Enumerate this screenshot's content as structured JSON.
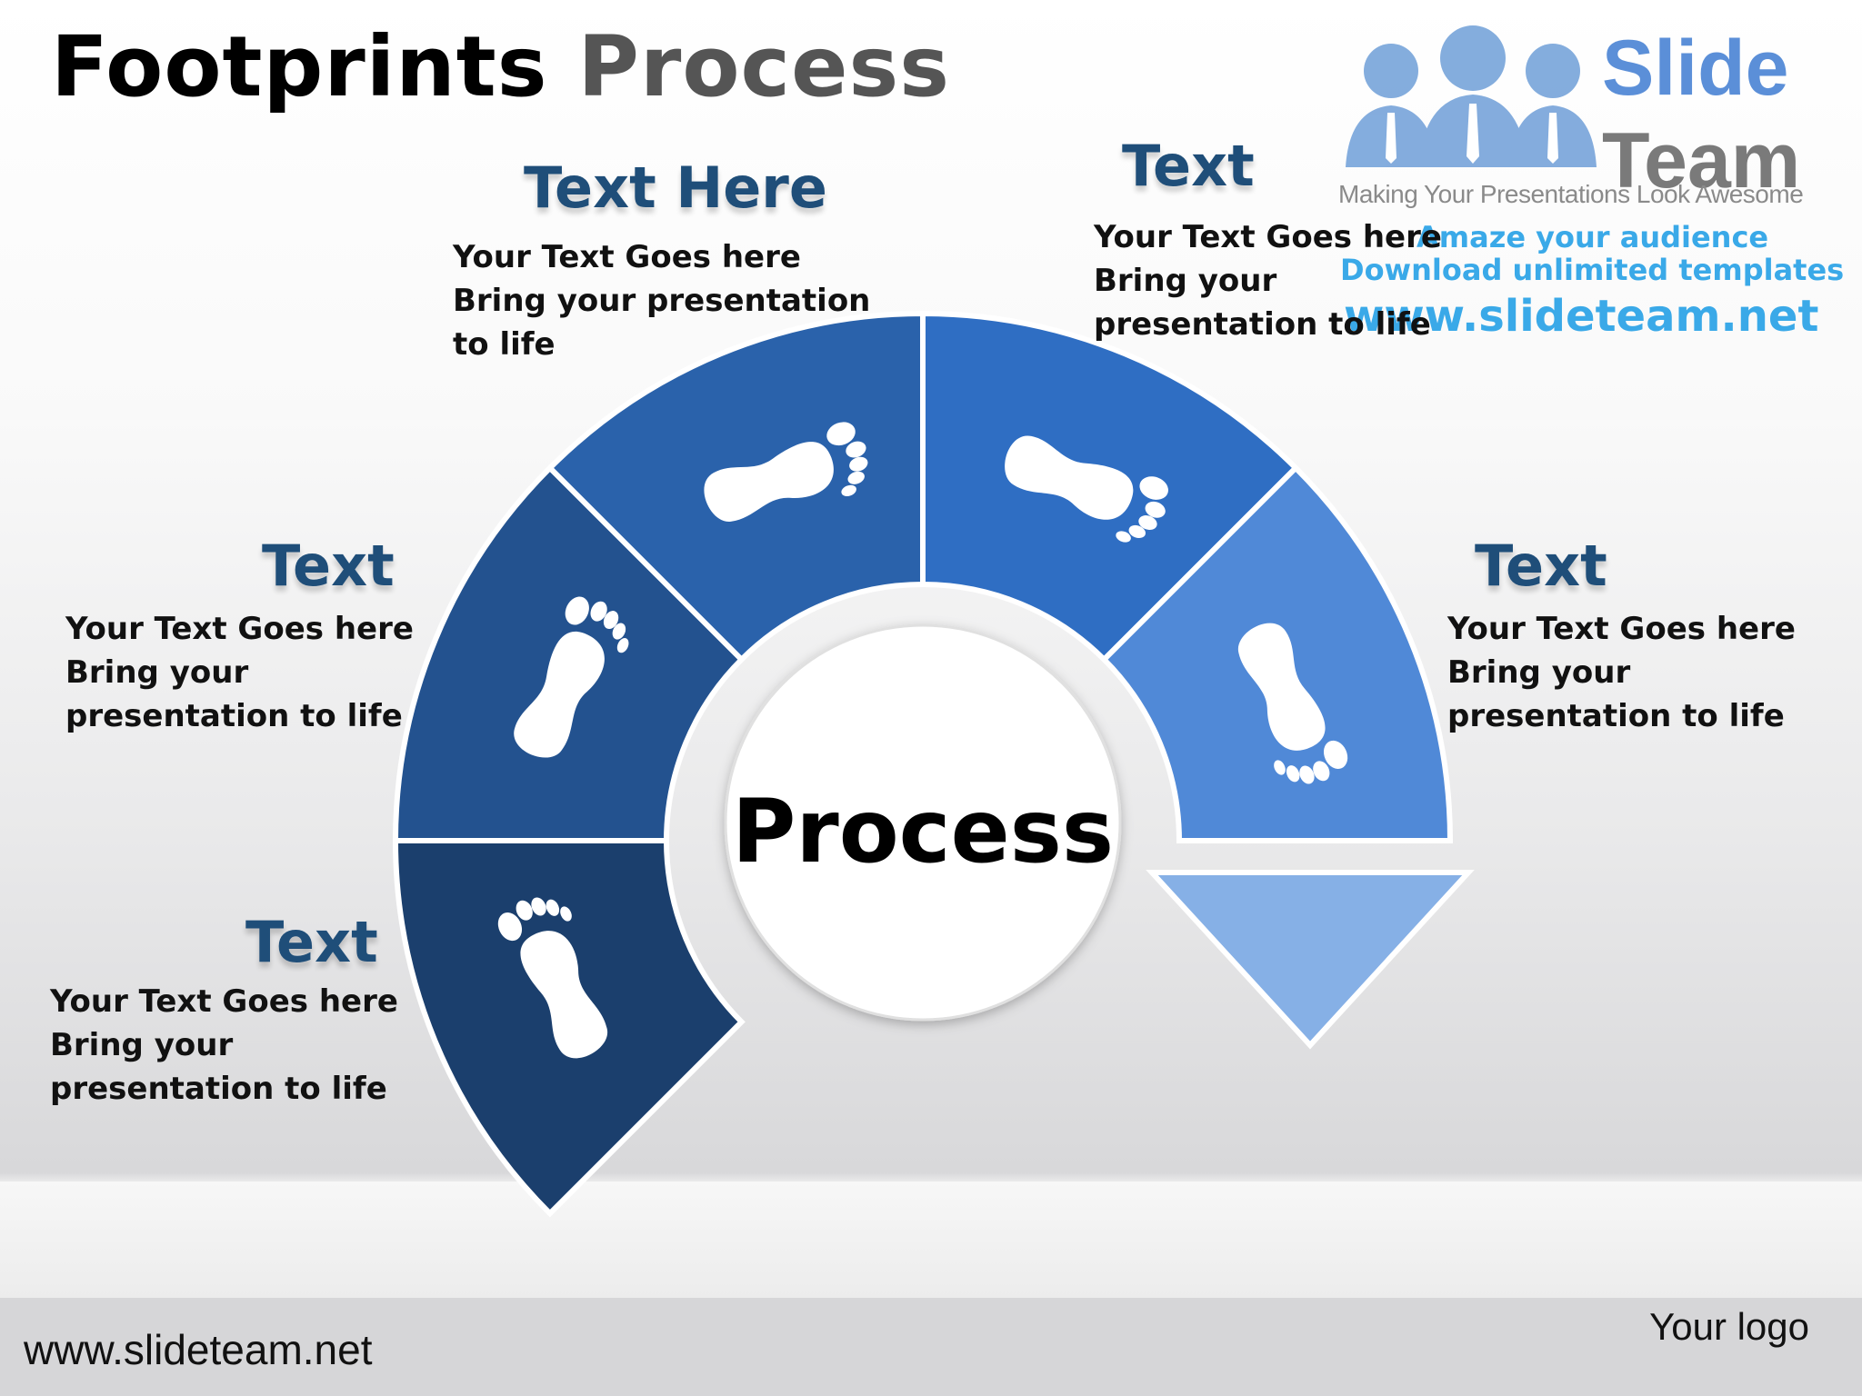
{
  "title": {
    "part1": "Footprints",
    "part2": "Process"
  },
  "brand": {
    "name_line1": "Slide",
    "name_line2": "Team",
    "tagline": "Making Your Presentations Look Awesome",
    "line1": "Amaze your audience",
    "line2": "Download unlimited templates",
    "url": "www.slideteam.net"
  },
  "center_label": "Process",
  "steps": [
    {
      "heading": "Text",
      "lines": [
        "Your Text Goes here",
        "Bring your",
        "presentation to life"
      ],
      "color": "#1b3f6d"
    },
    {
      "heading": "Text",
      "lines": [
        "Your Text Goes here",
        "Bring your",
        "presentation to life"
      ],
      "color": "#23528f"
    },
    {
      "heading": "Text Here",
      "lines": [
        "Your Text Goes here",
        "Bring your presentation",
        "to life"
      ],
      "color": "#2a62ab"
    },
    {
      "heading": "Text",
      "lines": [
        "Your Text Goes here",
        "Bring your",
        "presentation to life"
      ],
      "color": "#2f6ec3"
    },
    {
      "heading": "Text",
      "lines": [
        "Your Text Goes here",
        "Bring your",
        "presentation to life"
      ],
      "color": "#5089d7"
    }
  ],
  "arrow_color": "#86b0e6",
  "footer": {
    "url": "www.slideteam.net",
    "logo": "Your logo"
  }
}
